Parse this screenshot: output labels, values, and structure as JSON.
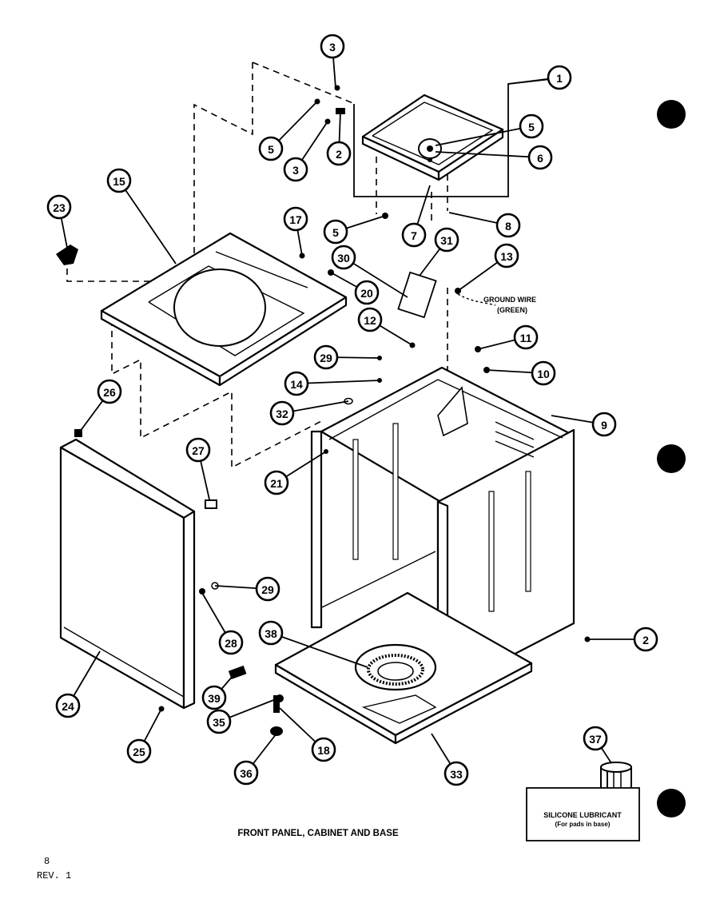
{
  "title": "FRONT PANEL, CABINET AND BASE",
  "ground_wire": {
    "line1": "GROUND WIRE",
    "line2": "(GREEN)"
  },
  "lubricant_box": {
    "line1": "SILICONE LUBRICANT",
    "line2": "(For pads in base)"
  },
  "page_number": "8",
  "revision": "REV. 1",
  "callouts": [
    {
      "id": "c-3a",
      "label": "3"
    },
    {
      "id": "c-1",
      "label": "1"
    },
    {
      "id": "c-5a",
      "label": "5"
    },
    {
      "id": "c-3b",
      "label": "3"
    },
    {
      "id": "c-2a",
      "label": "2"
    },
    {
      "id": "c-5b",
      "label": "5"
    },
    {
      "id": "c-6",
      "label": "6"
    },
    {
      "id": "c-15",
      "label": "15"
    },
    {
      "id": "c-23",
      "label": "23"
    },
    {
      "id": "c-17",
      "label": "17"
    },
    {
      "id": "c-5c",
      "label": "5"
    },
    {
      "id": "c-7",
      "label": "7"
    },
    {
      "id": "c-8",
      "label": "8"
    },
    {
      "id": "c-31",
      "label": "31"
    },
    {
      "id": "c-30",
      "label": "30"
    },
    {
      "id": "c-13",
      "label": "13"
    },
    {
      "id": "c-20",
      "label": "20"
    },
    {
      "id": "c-12",
      "label": "12"
    },
    {
      "id": "c-11",
      "label": "11"
    },
    {
      "id": "c-29a",
      "label": "29"
    },
    {
      "id": "c-10",
      "label": "10"
    },
    {
      "id": "c-14",
      "label": "14"
    },
    {
      "id": "c-26",
      "label": "26"
    },
    {
      "id": "c-32",
      "label": "32"
    },
    {
      "id": "c-9",
      "label": "9"
    },
    {
      "id": "c-27",
      "label": "27"
    },
    {
      "id": "c-21",
      "label": "21"
    },
    {
      "id": "c-29b",
      "label": "29"
    },
    {
      "id": "c-28",
      "label": "28"
    },
    {
      "id": "c-38",
      "label": "38"
    },
    {
      "id": "c-2b",
      "label": "2"
    },
    {
      "id": "c-24",
      "label": "24"
    },
    {
      "id": "c-39",
      "label": "39"
    },
    {
      "id": "c-35",
      "label": "35"
    },
    {
      "id": "c-25",
      "label": "25"
    },
    {
      "id": "c-18",
      "label": "18"
    },
    {
      "id": "c-33",
      "label": "33"
    },
    {
      "id": "c-36",
      "label": "36"
    },
    {
      "id": "c-37",
      "label": "37"
    }
  ]
}
